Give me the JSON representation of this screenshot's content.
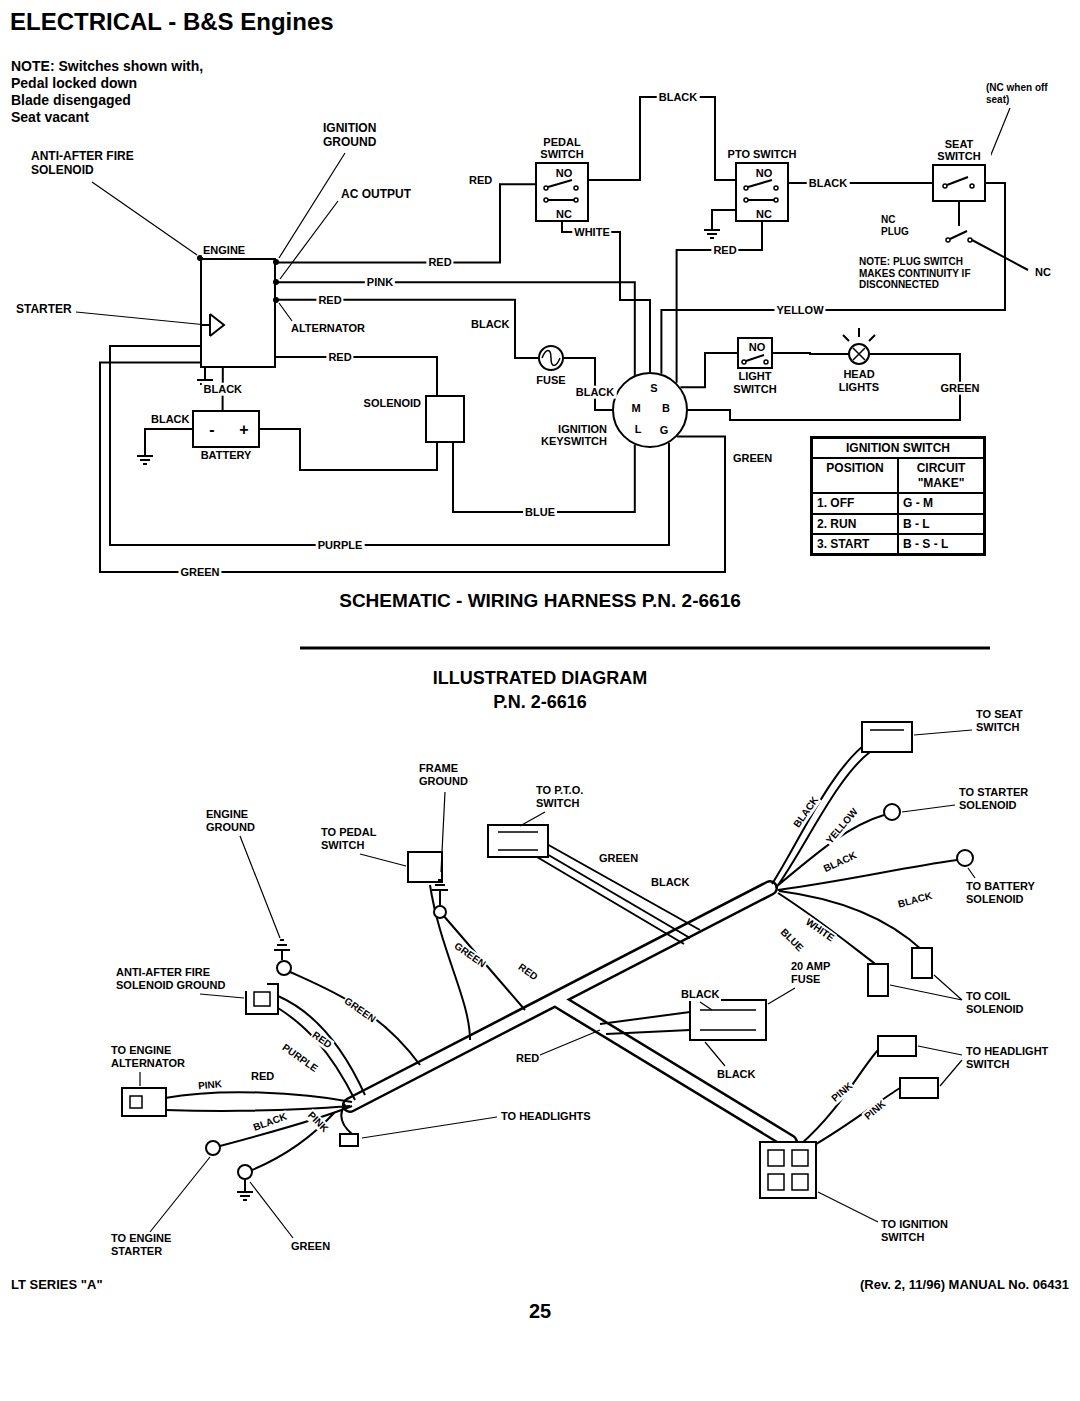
{
  "diagram": {
    "title": "ELECTRICAL - B&S Engines",
    "nodes": [
      {
        "text": [
          "ENGINE"
        ]
      },
      {
        "text": [
          "PEDAL SWITCH",
          "NO",
          "NC"
        ]
      },
      {
        "text": [
          "PTO SWITCH",
          "NO",
          "NC"
        ]
      },
      {
        "text": [
          "SEAT SWITCH"
        ]
      },
      {
        "text": [
          "LIGHT SWITCH",
          "NO"
        ]
      },
      {
        "text": [
          "HEAD LIGHTS"
        ]
      },
      {
        "text": [
          "FUSE"
        ]
      },
      {
        "text": [
          "IGNITION KEYSWITCH",
          "S",
          "M",
          "B",
          "L",
          "G"
        ]
      },
      {
        "text": [
          "SOLENOID"
        ]
      },
      {
        "text": [
          "BATTERY",
          "-",
          "+"
        ]
      },
      {
        "text": [
          "IGNITION SWITCH",
          "POSITION",
          "CIRCUIT \"MAKE\"",
          "1. OFF",
          "G - M",
          "2. RUN",
          "B - L",
          "3. START",
          "B - S - L"
        ]
      }
    ],
    "edges": [
      {
        "from": 0,
        "to": 1,
        "arrow": "none",
        "label": "RED"
      },
      {
        "from": 1,
        "to": 2,
        "arrow": "none",
        "label": "BLACK"
      },
      {
        "from": 2,
        "to": 3,
        "arrow": "none",
        "label": "BLACK"
      },
      {
        "from": 1,
        "to": 7,
        "arrow": "none",
        "label": "WHITE"
      },
      {
        "from": 2,
        "to": 7,
        "arrow": "none",
        "label": "RED"
      },
      {
        "from": 3,
        "to": 7,
        "arrow": "none",
        "label": "YELLOW"
      },
      {
        "from": 4,
        "to": 5,
        "arrow": "none"
      },
      {
        "from": 5,
        "to": 7,
        "arrow": "none",
        "label": "GREEN"
      },
      {
        "from": 7,
        "to": 4,
        "arrow": "none"
      },
      {
        "from": 6,
        "to": 7,
        "arrow": "none",
        "label": "BLACK"
      },
      {
        "from": 0,
        "to": 6,
        "arrow": "none",
        "label": "RED"
      },
      {
        "from": 0,
        "to": 7,
        "arrow": "none",
        "label": "PINK"
      },
      {
        "from": 0,
        "to": 8,
        "arrow": "none",
        "label": "RED"
      },
      {
        "from": 9,
        "to": 8,
        "arrow": "none"
      },
      {
        "from": 0,
        "to": 9,
        "arrow": "none",
        "label": "BLACK"
      },
      {
        "from": 8,
        "to": 7,
        "arrow": "none",
        "label": "BLUE"
      },
      {
        "from": 0,
        "to": 7,
        "arrow": "none",
        "label": "PURPLE"
      },
      {
        "from": 0,
        "to": 7,
        "arrow": "none",
        "label": "GREEN"
      }
    ],
    "labels": [
      "NOTE: Switches shown with,",
      "Pedal locked down",
      "Blade disengaged",
      "Seat vacant",
      "ANTI-AFTER FIRE SOLENOID",
      "IGNITION GROUND",
      "AC OUTPUT",
      "STARTER",
      "ALTERNATOR",
      "BLACK",
      "RED",
      "BLACK",
      "(NC when off seat)",
      "NC PLUG",
      "NOTE: PLUG SWITCH MAKES CONTINUITY IF DISCONNECTED",
      "NC",
      "GREEN",
      "SCHEMATIC - WIRING HARNESS P.N. 2-6616",
      "ILLUSTRATED DIAGRAM",
      "P.N. 2-6616",
      "FRAME GROUND",
      "TO P.T.O. SWITCH",
      "ENGINE GROUND",
      "TO PEDAL SWITCH",
      "GREEN",
      "BLACK",
      "ANTI-AFTER FIRE SOLENOID GROUND",
      "TO ENGINE ALTERNATOR",
      "RED",
      "TO HEADLIGHTS",
      "TO ENGINE STARTER",
      "GREEN",
      "TO SEAT SWITCH",
      "TO STARTER SOLENOID",
      "TO BATTERY SOLENOID",
      "TO COIL SOLENOID",
      "20 AMP FUSE",
      "BLACK",
      "RED",
      "BLACK",
      "TO HEADLIGHT SWITCH",
      "TO IGNITION SWITCH",
      "BLACK",
      "YELLOW",
      "BLACK",
      "WHITE",
      "BLUE",
      "BLACK",
      "GREEN",
      "RED",
      "GREEN",
      "RED",
      "PURPLE",
      "PINK",
      "BLACK",
      "PINK",
      "PINK",
      "PINK",
      "LT SERIES \"A\"",
      "25",
      "(Rev. 2, 11/96) MANUAL No. 06431"
    ]
  }
}
